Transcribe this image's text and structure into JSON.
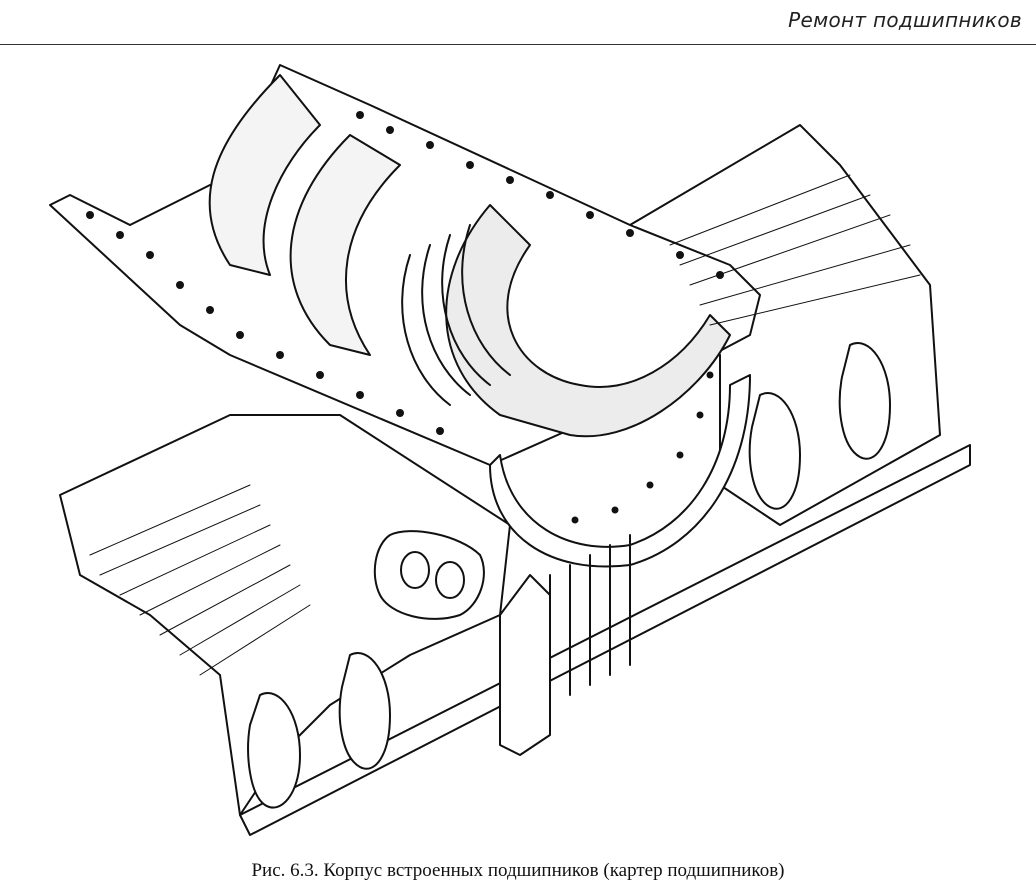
{
  "header": {
    "running_title": "Ремонт подшипников"
  },
  "figure": {
    "caption": "Рис. 6.3. Корпус встроенных подшипников (картер подшипников)",
    "icon": "bearing-housing-illustration"
  }
}
